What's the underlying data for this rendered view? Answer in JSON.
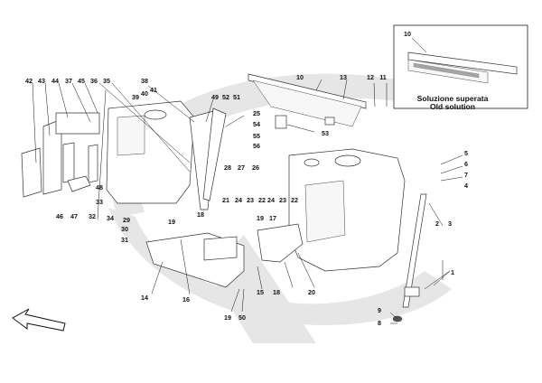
{
  "inset": {
    "title_line1": "Soluzione superata",
    "title_line2": "Old solution",
    "label": "10"
  },
  "callouts": [
    {
      "id": "c42",
      "text": "42"
    },
    {
      "id": "c43",
      "text": "43"
    },
    {
      "id": "c44",
      "text": "44"
    },
    {
      "id": "c37",
      "text": "37"
    },
    {
      "id": "c45",
      "text": "45"
    },
    {
      "id": "c36",
      "text": "36"
    },
    {
      "id": "c35",
      "text": "35"
    },
    {
      "id": "c38",
      "text": "38"
    },
    {
      "id": "c39",
      "text": "39"
    },
    {
      "id": "c40",
      "text": "40"
    },
    {
      "id": "c41",
      "text": "41"
    },
    {
      "id": "c49",
      "text": "49"
    },
    {
      "id": "c52",
      "text": "52"
    },
    {
      "id": "c51",
      "text": "51"
    },
    {
      "id": "c10",
      "text": "10"
    },
    {
      "id": "c13",
      "text": "13"
    },
    {
      "id": "c12",
      "text": "12"
    },
    {
      "id": "c11",
      "text": "11"
    },
    {
      "id": "c25",
      "text": "25"
    },
    {
      "id": "c54",
      "text": "54"
    },
    {
      "id": "c55",
      "text": "55"
    },
    {
      "id": "c56",
      "text": "56"
    },
    {
      "id": "c53",
      "text": "53"
    },
    {
      "id": "c5",
      "text": "5"
    },
    {
      "id": "c6",
      "text": "6"
    },
    {
      "id": "c7",
      "text": "7"
    },
    {
      "id": "c4",
      "text": "4"
    },
    {
      "id": "c48",
      "text": "48"
    },
    {
      "id": "c28",
      "text": "28"
    },
    {
      "id": "c27",
      "text": "27"
    },
    {
      "id": "c26",
      "text": "26"
    },
    {
      "id": "c33",
      "text": "33"
    },
    {
      "id": "c34",
      "text": "34"
    },
    {
      "id": "c46",
      "text": "46"
    },
    {
      "id": "c47",
      "text": "47"
    },
    {
      "id": "c32",
      "text": "32"
    },
    {
      "id": "c29",
      "text": "29"
    },
    {
      "id": "c30",
      "text": "30"
    },
    {
      "id": "c31",
      "text": "31"
    },
    {
      "id": "c21",
      "text": "21"
    },
    {
      "id": "c24a",
      "text": "24"
    },
    {
      "id": "c23a",
      "text": "23"
    },
    {
      "id": "c22a",
      "text": "22"
    },
    {
      "id": "c24b",
      "text": "24"
    },
    {
      "id": "c23b",
      "text": "23"
    },
    {
      "id": "c22b",
      "text": "22"
    },
    {
      "id": "c18a",
      "text": "18"
    },
    {
      "id": "c19a",
      "text": "19"
    },
    {
      "id": "c19b",
      "text": "19"
    },
    {
      "id": "c17",
      "text": "17"
    },
    {
      "id": "c2",
      "text": "2"
    },
    {
      "id": "c3",
      "text": "3"
    },
    {
      "id": "c1",
      "text": "1"
    },
    {
      "id": "c14",
      "text": "14"
    },
    {
      "id": "c16",
      "text": "16"
    },
    {
      "id": "c15",
      "text": "15"
    },
    {
      "id": "c18b",
      "text": "18"
    },
    {
      "id": "c20",
      "text": "20"
    },
    {
      "id": "c19c",
      "text": "19"
    },
    {
      "id": "c50",
      "text": "50"
    },
    {
      "id": "c9",
      "text": "9"
    },
    {
      "id": "c8",
      "text": "8"
    }
  ],
  "colors": {
    "background": "#ffffff",
    "watermark": "#e6e6e6",
    "line": "#333333"
  }
}
